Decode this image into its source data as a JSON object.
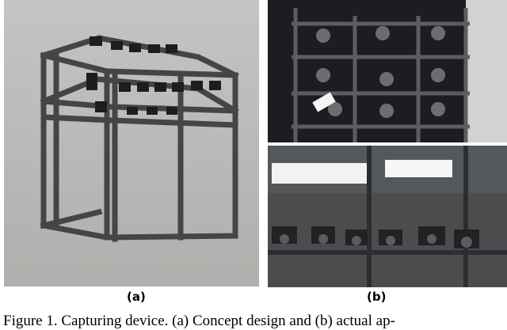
{
  "figure": {
    "label_a": "(a)",
    "label_b": "(b)",
    "caption": "Figure 1. Capturing device. (a) Concept design and (b) actual ap-"
  }
}
